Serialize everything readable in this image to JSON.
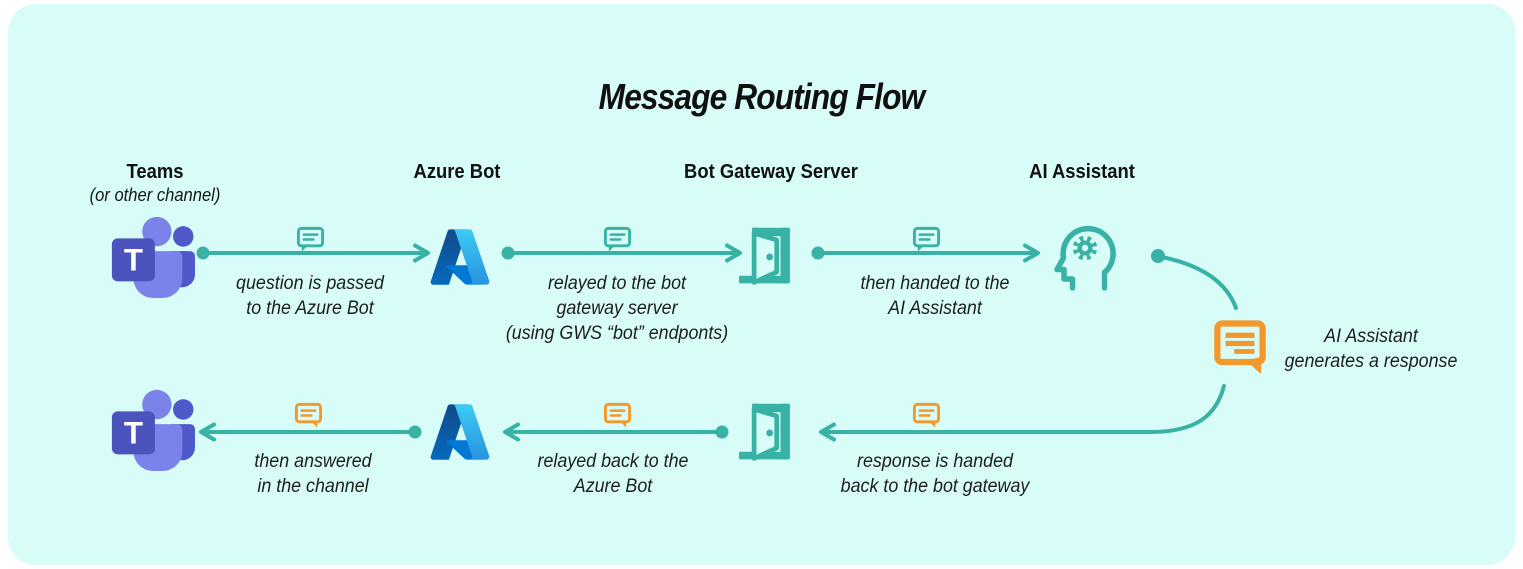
{
  "title": "Message Routing Flow",
  "colors": {
    "panel_background": "#d8fcf8",
    "teal_accent": "#38b2a4",
    "orange_accent": "#f2982c",
    "text": "#1d1d1d",
    "azure_blue": "#0078d4",
    "teams_purple": "#4b53bc"
  },
  "teams_logo_letter": "T",
  "nodes": [
    {
      "id": "teams",
      "label": "Teams",
      "sublabel": "(or other channel)",
      "icon": "teams-icon"
    },
    {
      "id": "azure-bot",
      "label": "Azure Bot",
      "icon": "azure-icon"
    },
    {
      "id": "bot-gateway-server",
      "label": "Bot Gateway Server",
      "icon": "door-icon"
    },
    {
      "id": "ai-assistant",
      "label": "AI Assistant",
      "icon": "head-gear-icon"
    }
  ],
  "edges": {
    "forward": [
      {
        "from": "Teams",
        "to": "Azure Bot",
        "icon": "chat-icon-teal",
        "label": "question is passed\nto the Azure Bot"
      },
      {
        "from": "Azure Bot",
        "to": "Bot Gateway Server",
        "icon": "chat-icon-teal",
        "label": "relayed to the bot\ngateway server\n(using GWS “bot” endponts)"
      },
      {
        "from": "Bot Gateway Server",
        "to": "AI Assistant",
        "icon": "chat-icon-teal",
        "label": "then handed to the\nAI Assistant"
      }
    ],
    "return": [
      {
        "from": "AI Assistant",
        "to": "Bot Gateway Server",
        "icon": "chat-icon-orange",
        "label": "response is handed\nback to the bot gateway"
      },
      {
        "from": "Bot Gateway Server",
        "to": "Azure Bot",
        "icon": "chat-icon-orange",
        "label": "relayed back to the\nAzure Bot"
      },
      {
        "from": "Azure Bot",
        "to": "Teams",
        "icon": "chat-icon-orange",
        "label": "then answered\nin the channel"
      }
    ]
  },
  "note": {
    "label": "AI Assistant\ngenerates a response",
    "icon": "chat-icon-orange-large"
  }
}
